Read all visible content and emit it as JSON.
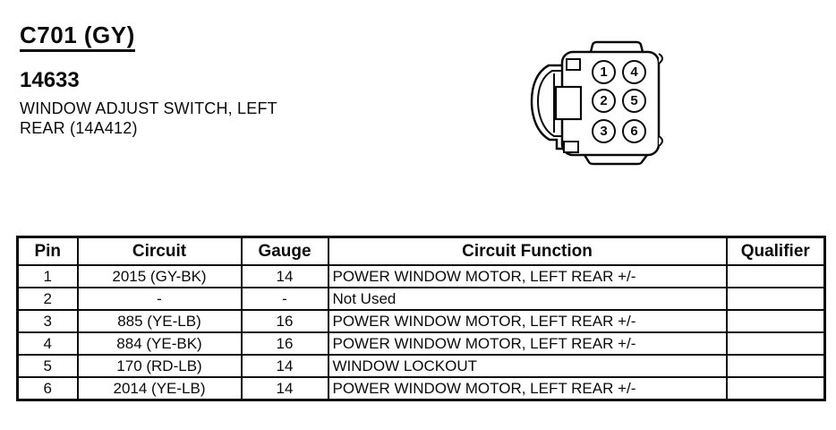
{
  "header": {
    "connector_id": "C701 (GY)",
    "part_number": "14633",
    "description_line1": "WINDOW ADJUST SWITCH, LEFT",
    "description_line2": "REAR (14A412)"
  },
  "connector_diagram": {
    "type": "6-pin connector, mating face view",
    "pins": [
      "1",
      "2",
      "3",
      "4",
      "5",
      "6"
    ]
  },
  "table": {
    "headers": [
      "Pin",
      "Circuit",
      "Gauge",
      "Circuit Function",
      "Qualifier"
    ],
    "rows": [
      {
        "pin": "1",
        "circuit": "2015 (GY-BK)",
        "gauge": "14",
        "function": "POWER WINDOW MOTOR, LEFT REAR +/-",
        "qualifier": ""
      },
      {
        "pin": "2",
        "circuit": "-",
        "gauge": "-",
        "function": "Not Used",
        "qualifier": ""
      },
      {
        "pin": "3",
        "circuit": "885 (YE-LB)",
        "gauge": "16",
        "function": "POWER WINDOW MOTOR, LEFT REAR +/-",
        "qualifier": ""
      },
      {
        "pin": "4",
        "circuit": "884 (YE-BK)",
        "gauge": "16",
        "function": "POWER WINDOW MOTOR, LEFT REAR +/-",
        "qualifier": ""
      },
      {
        "pin": "5",
        "circuit": "170 (RD-LB)",
        "gauge": "14",
        "function": "WINDOW LOCKOUT",
        "qualifier": ""
      },
      {
        "pin": "6",
        "circuit": "2014 (YE-LB)",
        "gauge": "14",
        "function": "POWER WINDOW MOTOR, LEFT REAR +/-",
        "qualifier": ""
      }
    ]
  },
  "colors": {
    "ink": "#0b0b0b",
    "paper": "#ffffff"
  }
}
